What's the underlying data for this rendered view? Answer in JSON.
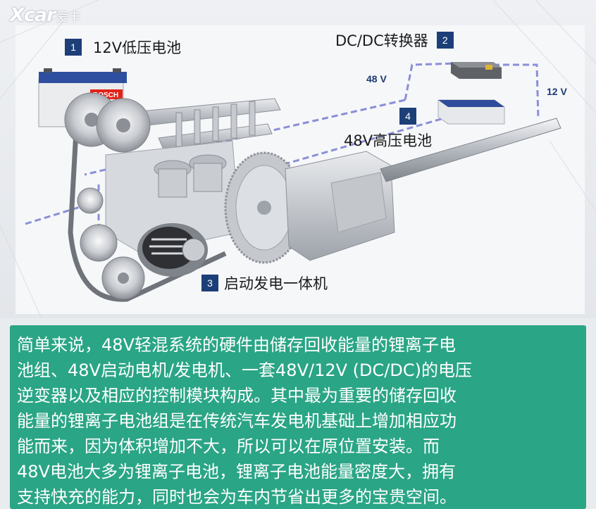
{
  "logo": {
    "latin": "Xcar",
    "cn": "爱卡"
  },
  "callouts": [
    {
      "num": "1",
      "label": "12V低压电池"
    },
    {
      "num": "2",
      "label": "DC/DC转换器"
    },
    {
      "num": "3",
      "label": "启动发电一体机"
    },
    {
      "num": "4",
      "label": "48V高压电池"
    }
  ],
  "voltages": {
    "v48": "48 V",
    "v12": "12 V"
  },
  "battery_brand": "BOSCH",
  "caption": {
    "lines": [
      "简单来说，48V轻混系统的硬件由储存回收能量的锂离子电",
      "池组、48V启动电机/发电机、一套48V/12V (DC/DC)的电压",
      "逆变器以及相应的控制模块构成。其中最为重要的储存回收",
      "能量的锂离子电池组是在传统汽车发电机基础上增加相应功",
      "能而来，因为体积增加不大，所以可以在原位置安装。而",
      "48V电池大多为锂离子电池，锂离子电池能量密度大，拥有",
      "支持快充的能力，同时也会为车内节省出更多的宝贵空间。"
    ]
  },
  "colors": {
    "caption_bg": "#2aa586",
    "badge_bg": "#1d3f78",
    "cable_dash": "#8a8fd8",
    "voltage_text": "#1d3a74"
  }
}
